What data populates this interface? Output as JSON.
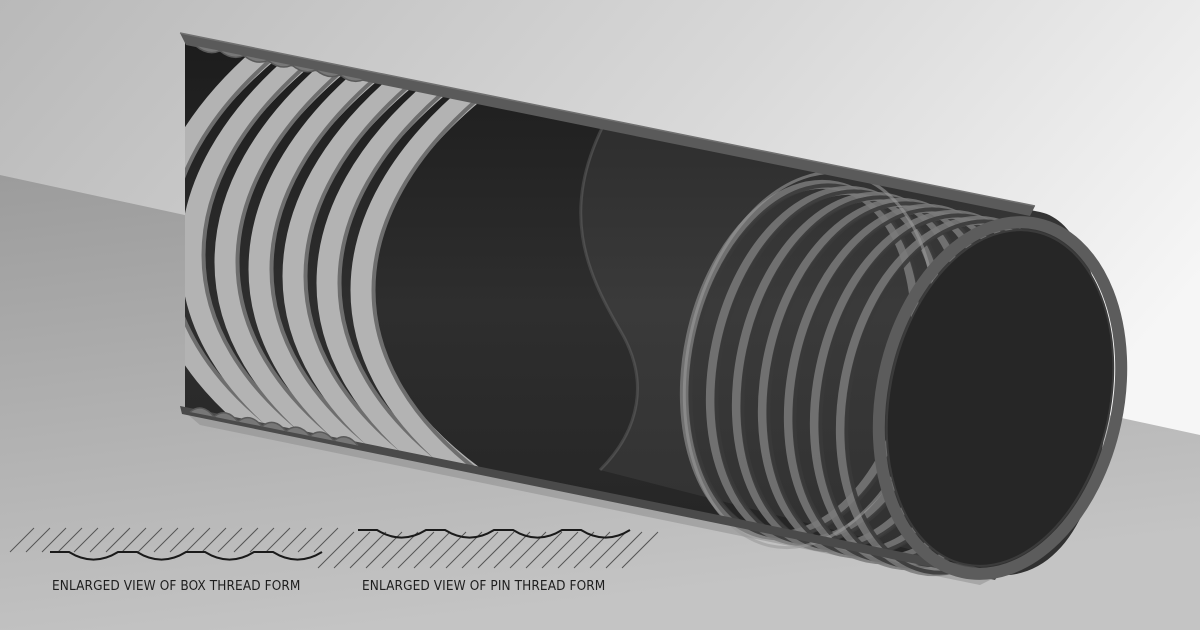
{
  "figure": {
    "subject": "threaded-pipe-cutaway",
    "colors": {
      "background_light": "#f4f4f4",
      "background_mid": "#cfcfcf",
      "floor": "#a9a9a9",
      "pipe_interior": "#2a2a2a",
      "pipe_wall": "#4e4e4e",
      "thread_light": "#aaaaaa",
      "thread_dark": "#5e5e5e",
      "caption_text": "#1e1e1e"
    },
    "insets": [
      {
        "id": "box",
        "caption": "ENLARGED VIEW OF BOX THREAD FORM"
      },
      {
        "id": "pin",
        "caption": "ENLARGED VIEW OF PIN THREAD FORM"
      }
    ]
  }
}
